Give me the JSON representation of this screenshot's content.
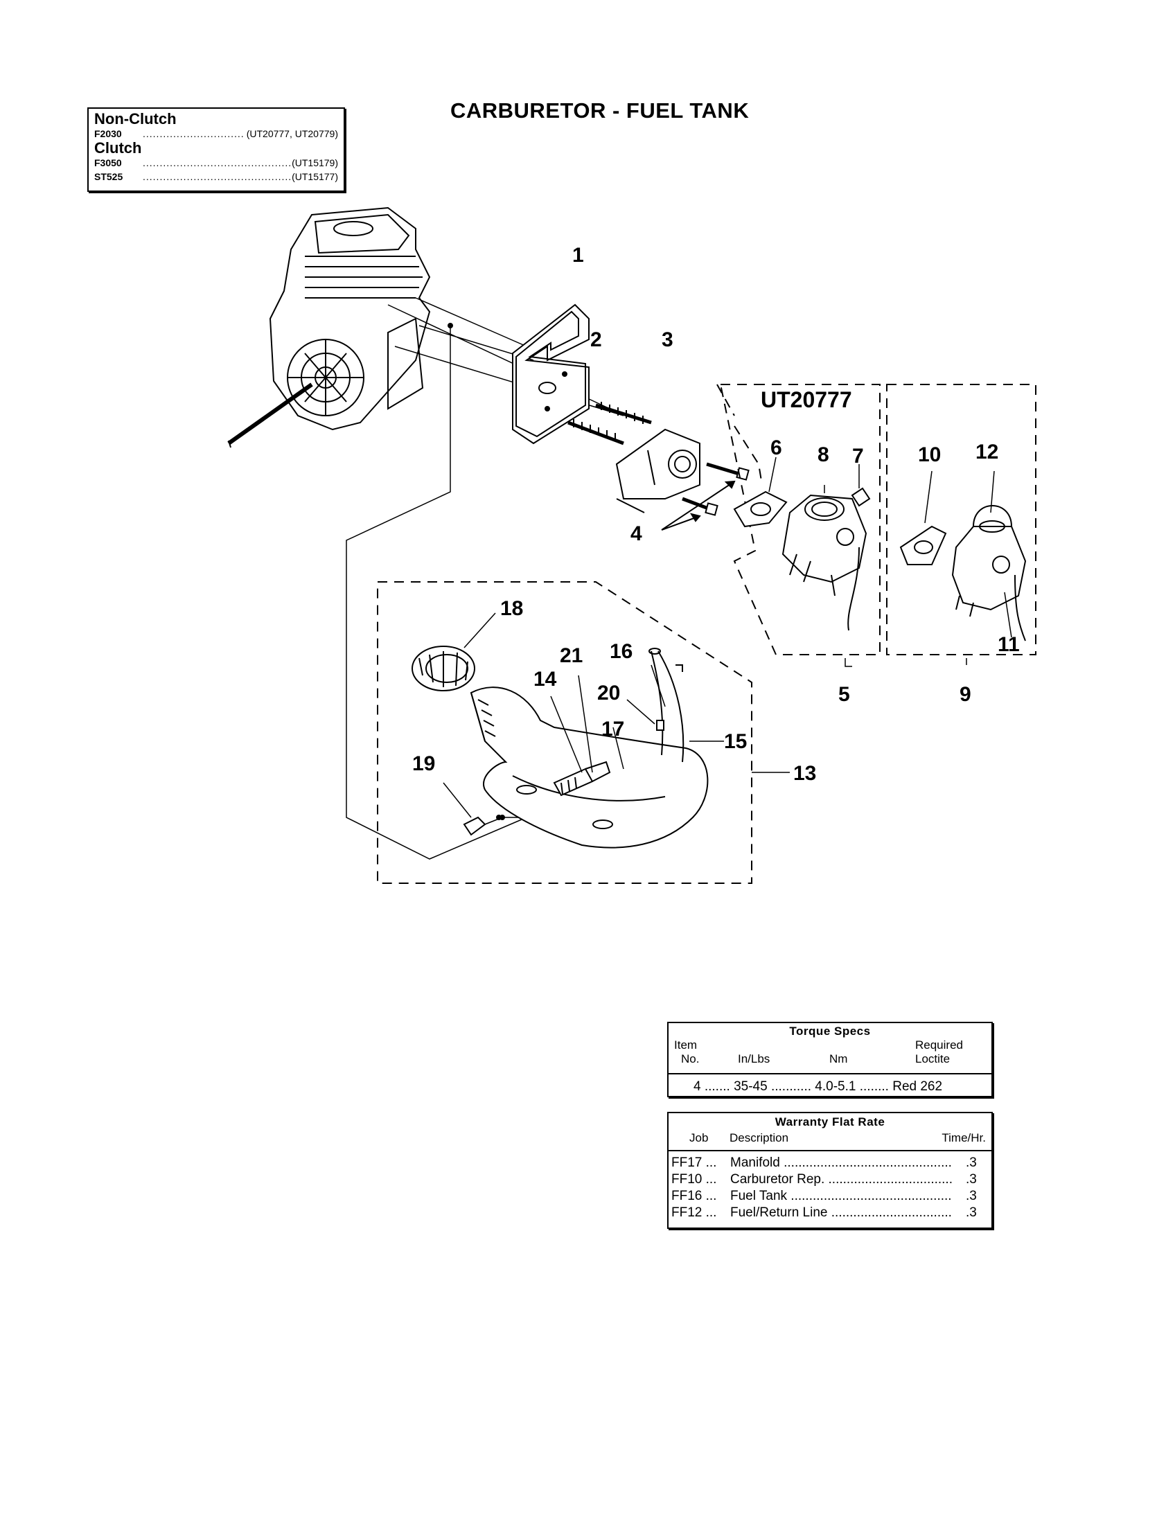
{
  "page_title": "CARBURETOR - FUEL TANK",
  "models": {
    "groups": [
      {
        "label": "Non-Clutch",
        "rows": [
          {
            "code": "F2030",
            "value": "(UT20777, UT20779)"
          }
        ]
      },
      {
        "label": "Clutch",
        "rows": [
          {
            "code": "F3050",
            "value": "(UT15179)"
          },
          {
            "code": "ST525",
            "value": "(UT15177)"
          }
        ]
      }
    ]
  },
  "diagram": {
    "callouts": {
      "c1": "1",
      "c2": "2",
      "c3": "3",
      "c4": "4",
      "c5": "5",
      "c6": "6",
      "c7": "7",
      "c8": "8",
      "c9": "9",
      "c10": "10",
      "c11": "11",
      "c12": "12",
      "c13": "13",
      "c14": "14",
      "c15": "15",
      "c16": "16",
      "c17": "17",
      "c18": "18",
      "c19": "19",
      "c20": "20",
      "c21": "21"
    },
    "group_label": "UT20777"
  },
  "torque_specs": {
    "title": "Torque Specs",
    "headers": {
      "item": "Item",
      "no": "No.",
      "inlbs": "In/Lbs",
      "nm": "Nm",
      "required": "Required",
      "loctite": "Loctite"
    },
    "row": "4 ....... 35-45 ........... 4.0-5.1 ........ Red 262"
  },
  "warranty": {
    "title": "Warranty Flat Rate",
    "headers": {
      "job": "Job",
      "description": "Description",
      "time": "Time/Hr."
    },
    "rows": [
      {
        "job": "FF17 ...",
        "desc": "Manifold",
        "time": ".3"
      },
      {
        "job": "FF10 ...",
        "desc": "Carburetor Rep.",
        "time": ".3"
      },
      {
        "job": "FF16 ...",
        "desc": "Fuel Tank",
        "time": ".3"
      },
      {
        "job": "FF12 ...",
        "desc": "Fuel/Return Line",
        "time": ".3"
      }
    ]
  }
}
